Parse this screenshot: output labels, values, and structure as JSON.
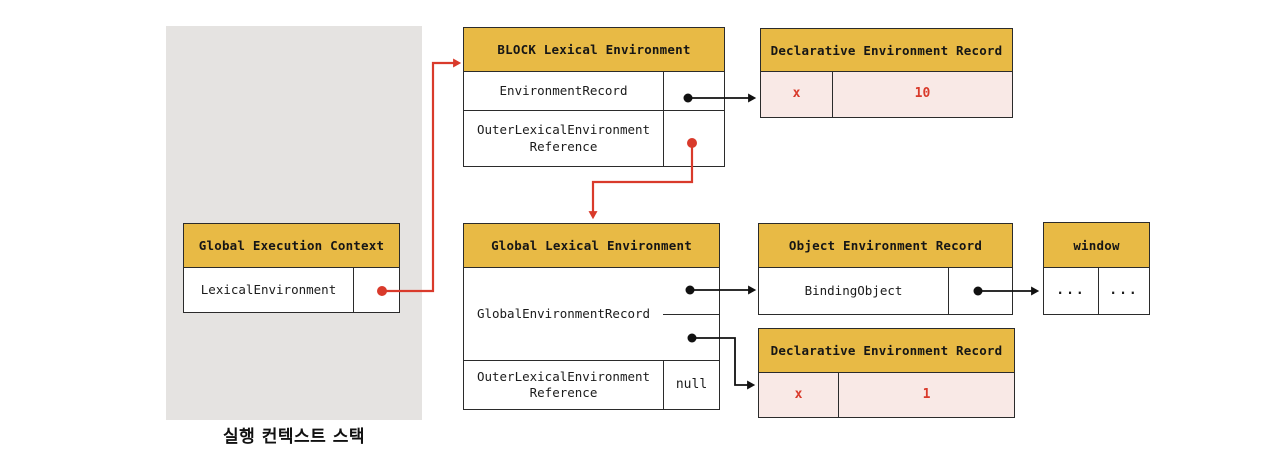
{
  "colors": {
    "header_yellow": "#e8ba45",
    "record_pink": "#f9e9e6",
    "accent_red": "#d93a2b",
    "arrow_black": "#111111",
    "stack_gray": "#e5e3e1",
    "border_dark": "#2b2b2b"
  },
  "stack_label": "실행 컨텍스트 스택",
  "boxes": {
    "gec": {
      "title": "Global Execution Context",
      "lexical_environment": "LexicalEnvironment"
    },
    "block": {
      "title": "BLOCK Lexical Environment",
      "environment_record": "EnvironmentRecord",
      "outer_reference": "OuterLexicalEnvironment Reference"
    },
    "decl_top": {
      "title": "Declarative Environment Record",
      "key": "x",
      "value": "10"
    },
    "gle": {
      "title": "Global Lexical Environment",
      "record": "GlobalEnvironmentRecord",
      "outer_reference": "OuterLexicalEnvironment Reference",
      "outer_value": "null"
    },
    "oer": {
      "title": "Object Environment Record",
      "binding_object": "BindingObject"
    },
    "window": {
      "title": "window",
      "cell_left": "...",
      "cell_right": "..."
    },
    "decl_bottom": {
      "title": "Declarative Environment Record",
      "key": "x",
      "value": "1"
    }
  },
  "connections": [
    {
      "id": "gec-lexicalenv-to-block",
      "from": "LexicalEnvironment",
      "to": "BLOCK Lexical Environment",
      "color_key": "accent_red"
    },
    {
      "id": "block-outer-to-gle",
      "from": "OuterLexicalEnvironmentReference",
      "to": "Global Lexical Environment",
      "color_key": "accent_red"
    },
    {
      "id": "block-record-to-decl-top",
      "from": "EnvironmentRecord",
      "to": "Declarative Environment Record",
      "color_key": "arrow_black"
    },
    {
      "id": "gle-record-to-oer",
      "from": "GlobalEnvironmentRecord",
      "to": "Object Environment Record",
      "color_key": "arrow_black"
    },
    {
      "id": "oer-binding-to-window",
      "from": "BindingObject",
      "to": "window",
      "color_key": "arrow_black"
    },
    {
      "id": "gle-record-to-decl-bottom",
      "from": "GlobalEnvironmentRecord",
      "to": "Declarative Environment Record",
      "color_key": "arrow_black"
    }
  ]
}
